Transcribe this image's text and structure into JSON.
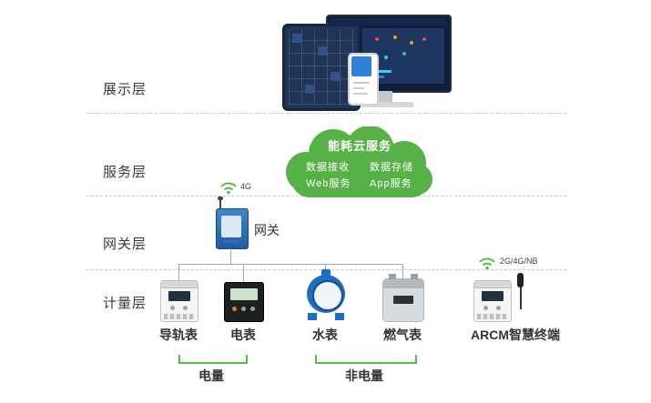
{
  "colors": {
    "accent_green": "#5cb848",
    "gateway_blue": "#2e6fb7",
    "water_blue": "#1d6fc0",
    "line_gray": "#a6a6a6"
  },
  "layers": {
    "display": "展示层",
    "service": "服务层",
    "gateway": "网关层",
    "metering": "计量层"
  },
  "cloud": {
    "title": "能耗云服务",
    "receive": "数据接收",
    "store": "数据存储",
    "web": "Web服务",
    "app": "App服务"
  },
  "gateway": {
    "label": "网关",
    "network": "4G"
  },
  "devices": {
    "rail": "导轨表",
    "electric": "电表",
    "water": "水表",
    "gas": "燃气表",
    "arcm": "ARCM智慧终端",
    "arcm_network": "2G/4G/NB"
  },
  "groups": {
    "electric": "电量",
    "non_electric": "非电量"
  }
}
